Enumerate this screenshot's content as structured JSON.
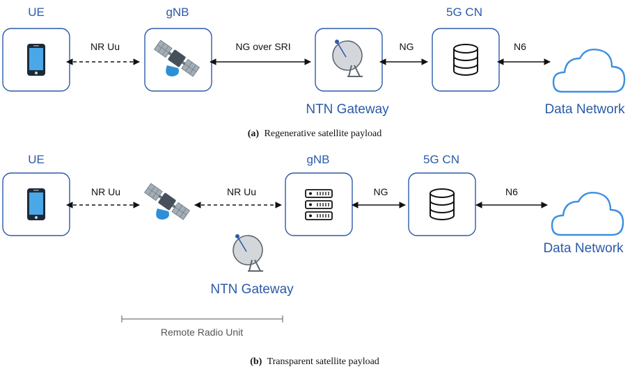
{
  "panel_a": {
    "ue_label": "UE",
    "gnb_label": "gNB",
    "cn_label": "5G CN",
    "gateway_label": "NTN Gateway",
    "dn_label": "Data Network",
    "link_ue_gnb": "NR Uu",
    "link_gnb_gw": "NG over SRI",
    "link_gw_cn": "NG",
    "link_cn_dn": "N6",
    "caption_tag": "(a)",
    "caption_text": "Regenerative satellite payload"
  },
  "panel_b": {
    "ue_label": "UE",
    "gnb_label": "gNB",
    "cn_label": "5G CN",
    "gateway_label": "NTN Gateway",
    "dn_label": "Data Network",
    "link_ue_sat": "NR Uu",
    "link_sat_gnb": "NR Uu",
    "link_gnb_cn": "NG",
    "link_cn_dn": "N6",
    "rru_label": "Remote Radio Unit",
    "caption_tag": "(b)",
    "caption_text": "Transparent satellite payload"
  },
  "colors": {
    "accent": "#2b5aa8",
    "cloud": "#3b8ee0",
    "satellite_panel": "#9aa4ad",
    "satellite_body": "#4a5560",
    "dish": "#d0d4d8"
  }
}
